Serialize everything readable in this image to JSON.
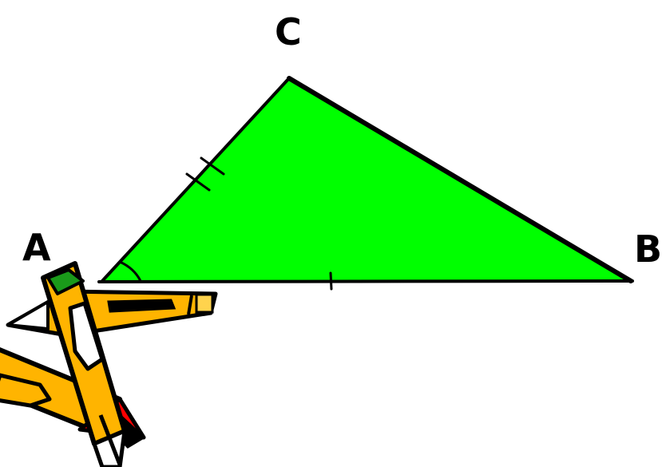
{
  "diagram": {
    "vertices": {
      "a_label": "A",
      "b_label": "B",
      "c_label": "C"
    },
    "colors": {
      "triangle_fill": "#00ff00",
      "stroke": "#000000",
      "pencil_body": "#ffb400",
      "pencil_band": "#ffffff",
      "pencil_tip_green": "#1a9a1a",
      "pencil_tip_red": "#ff0000"
    },
    "marks": {
      "side_ac_ticks": 2,
      "side_ab_ticks": 1,
      "angle_a_arcs": 1
    },
    "decorations": [
      "pencils-clipart"
    ]
  }
}
